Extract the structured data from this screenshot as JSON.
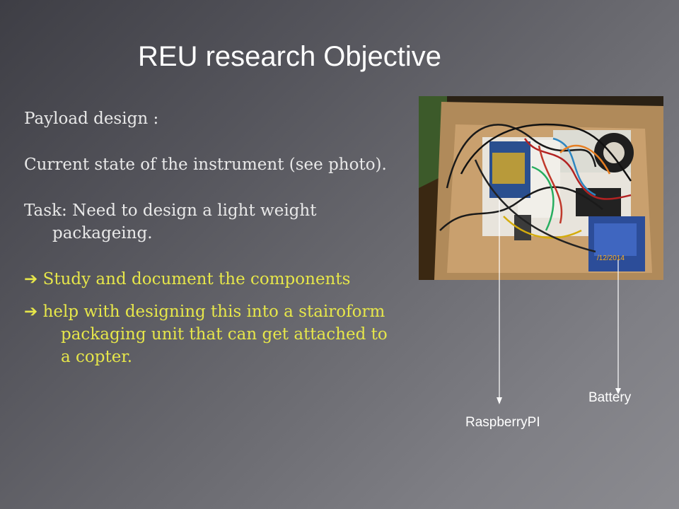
{
  "slide": {
    "title": "REU research Objective",
    "paragraphs": {
      "payload": "Payload design :",
      "current_state": "Current state of the instrument (see photo).",
      "task": "Task: Need to design a light weight packageing.",
      "study": "Study and document the components",
      "help": "help with designing this into a stairoform packaging unit that can get attached to a copter."
    },
    "arrow_glyph": "➔",
    "photo": {
      "date_stamp": "/12/2014"
    },
    "labels": {
      "battery": "Battery",
      "raspberry_pi": "RaspberryPI"
    },
    "colors": {
      "title": "#ffffff",
      "body_text": "#e8e8e8",
      "highlight_text": "#e6e64a"
    }
  }
}
